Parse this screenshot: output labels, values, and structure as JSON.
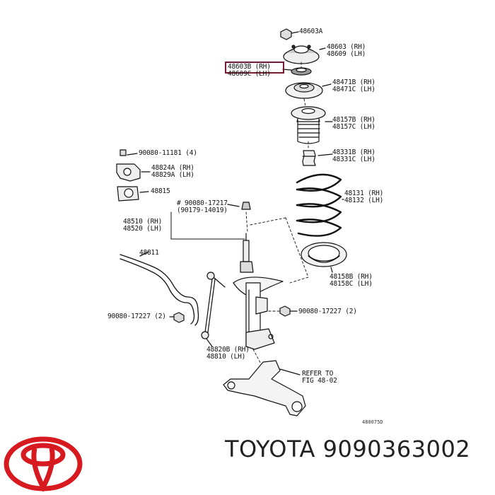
{
  "parts": [
    {
      "id": "p48603a",
      "lines": [
        "48603A"
      ]
    },
    {
      "id": "p48603",
      "lines": [
        "48603 (RH)",
        "48609 (LH)"
      ]
    },
    {
      "id": "p48603b",
      "lines": [
        "48603B (RH)",
        "48609C (LH)"
      ]
    },
    {
      "id": "p48471",
      "lines": [
        "48471B (RH)",
        "48471C (LH)"
      ]
    },
    {
      "id": "p48157",
      "lines": [
        "48157B (RH)",
        "48157C (LH)"
      ]
    },
    {
      "id": "p48331",
      "lines": [
        "48331B (RH)",
        "48331C (LH)"
      ]
    },
    {
      "id": "p48131",
      "lines": [
        "48131 (RH)",
        "48132 (LH)"
      ]
    },
    {
      "id": "p48158",
      "lines": [
        "48158B (RH)",
        "48158C (LH)"
      ]
    },
    {
      "id": "p90080_11181",
      "lines": [
        "90080-11181 (4)"
      ]
    },
    {
      "id": "p48824",
      "lines": [
        "48824A (RH)",
        "48829A (LH)"
      ]
    },
    {
      "id": "p48815",
      "lines": [
        "48815"
      ]
    },
    {
      "id": "p90080_17217",
      "lines": [
        "# 90080-17217",
        "(90179-14019)"
      ]
    },
    {
      "id": "p48510",
      "lines": [
        "48510 (RH)",
        "48520 (LH)"
      ]
    },
    {
      "id": "p48811",
      "lines": [
        "48811"
      ]
    },
    {
      "id": "p90080_17227_left",
      "lines": [
        "90080-17227 (2)"
      ]
    },
    {
      "id": "p90080_17227_right",
      "lines": [
        "90080-17227 (2)"
      ]
    },
    {
      "id": "p48820",
      "lines": [
        "48820B (RH)",
        "48810 (LH)"
      ]
    },
    {
      "id": "p_refer",
      "lines": [
        "REFER TO",
        "FIG 48-02"
      ]
    }
  ],
  "highlighted_part": "48603B (RH)",
  "highlight_color": "#7a1a2e",
  "drawing_code": "480075D",
  "brand": {
    "text": "TOYOTA 9090363002",
    "logo": "toyota-logo",
    "logo_color": "#d71920"
  }
}
